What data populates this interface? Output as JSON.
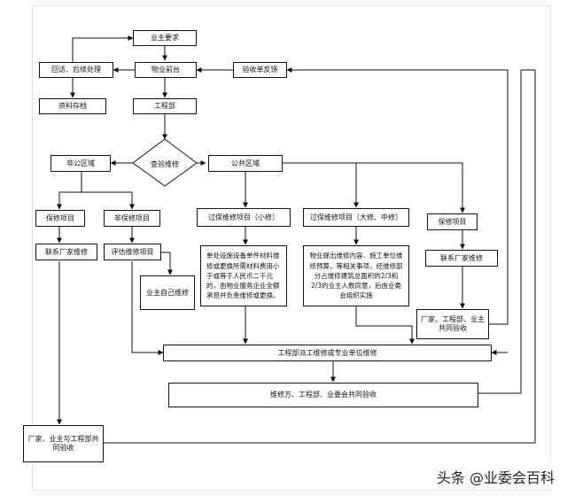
{
  "flow": {
    "owner_request": "业主要求",
    "followup": "回访、后续处理",
    "property_desk": "物业前台",
    "acceptance_feedback": "验收单反馈",
    "archive": "资料存档",
    "engineering_dept": "工程部",
    "inspect_repair": "查验维修",
    "non_public_area": "非公区域",
    "public_area": "公共区域",
    "warranty_item_left": "保修项目",
    "non_warranty_item": "非保修项目",
    "out_warranty_minor": "过保维修项目（小修）",
    "out_warranty_major": "过保维修项目（大修、中修）",
    "warranty_item_right": "保修项目",
    "contact_vendor_left": "联系厂家维修",
    "evaluate_item": "评估维修项目",
    "minor_desc": "单处设施设备单件材料维修或更换所需材料费用小于或等于人民币二千元的，由物业服务企业全额承担并负责维修或更换。",
    "major_desc": "物业提出维修内容、施工单位维修预算，等相关事项，经维修部分占维修建筑总面积的2/3和2/3的业主人数同意，后由业委会组织实施",
    "contact_vendor_right": "联系厂家维修",
    "owner_self_repair": "业主自己维修",
    "joint_acceptance_right": "厂家、工程部、业主共同验收",
    "dispatch_repair": "工程部派工维修或专业单位维修",
    "joint_acceptance_committee": "维修方、工程部、业委会共同验收",
    "joint_acceptance_left": "厂家、业主与工程部共同验收"
  },
  "watermark": "头条 @业委会百科"
}
